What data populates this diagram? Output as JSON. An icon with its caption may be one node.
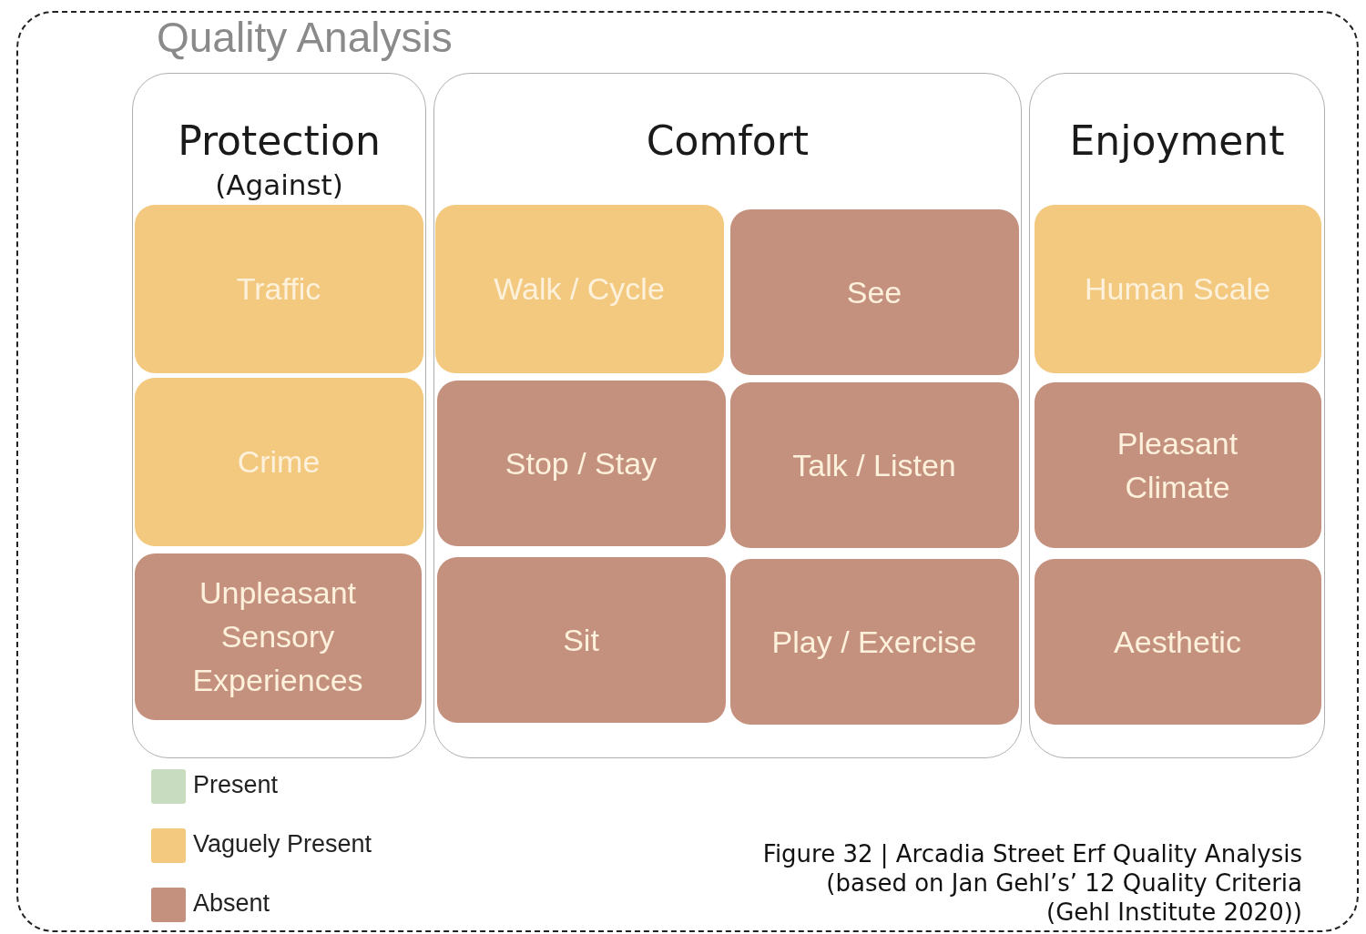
{
  "diagram": {
    "title": "Quality Analysis",
    "caption": "Figure 32 | Arcadia Street Erf Quality Analysis (based on Jan Gehl’s’ 12 Quality Criteria (Gehl Institute 2020))",
    "nodes": [
      {
        "text": [
          "Protection",
          "(Against)"
        ]
      },
      {
        "text": [
          "Traffic"
        ],
        "in": 0
      },
      {
        "text": [
          "Crime"
        ],
        "in": 0
      },
      {
        "text": [
          "Unpleasant Sensory Experiences"
        ],
        "in": 0
      },
      {
        "text": [
          "Comfort"
        ]
      },
      {
        "text": [
          "Walk / Cycle"
        ],
        "in": 4
      },
      {
        "text": [
          "See"
        ],
        "in": 4
      },
      {
        "text": [
          "Stop / Stay"
        ],
        "in": 4
      },
      {
        "text": [
          "Talk / Listen"
        ],
        "in": 4
      },
      {
        "text": [
          "Sit"
        ],
        "in": 4
      },
      {
        "text": [
          "Play / Exercise"
        ],
        "in": 4
      },
      {
        "text": [
          "Enjoyment"
        ]
      },
      {
        "text": [
          "Human Scale"
        ],
        "in": 11
      },
      {
        "text": [
          "Pleasant Climate"
        ],
        "in": 11
      },
      {
        "text": [
          "Aesthetic"
        ],
        "in": 11
      }
    ],
    "legend": [
      {
        "text": "Present",
        "color": "#c8dcc0"
      },
      {
        "text": "Vaguely Present",
        "color": "#f2c97e"
      },
      {
        "text": "Absent",
        "color": "#c4917e"
      }
    ]
  }
}
